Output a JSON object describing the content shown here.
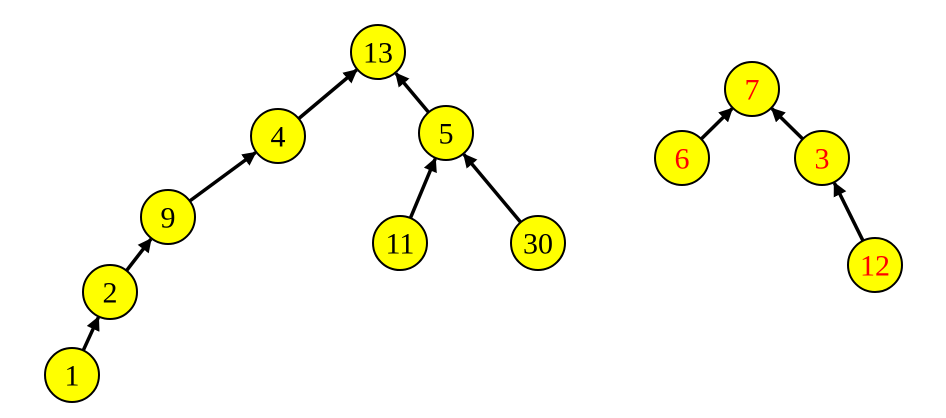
{
  "colors": {
    "node_fill": "#ffff00",
    "node_stroke": "#000000",
    "edge": "#000000",
    "label_black": "#000000",
    "label_red": "#ff0000"
  },
  "trees": [
    {
      "label_color": "black",
      "nodes": [
        {
          "id": "n13",
          "label": "13"
        },
        {
          "id": "n4",
          "label": "4"
        },
        {
          "id": "n9",
          "label": "9"
        },
        {
          "id": "n2",
          "label": "2"
        },
        {
          "id": "n1",
          "label": "1"
        },
        {
          "id": "n5",
          "label": "5"
        },
        {
          "id": "n11",
          "label": "11"
        },
        {
          "id": "n30",
          "label": "30"
        }
      ],
      "edges": [
        {
          "from": "n1",
          "to": "n2"
        },
        {
          "from": "n2",
          "to": "n9"
        },
        {
          "from": "n9",
          "to": "n4"
        },
        {
          "from": "n4",
          "to": "n13"
        },
        {
          "from": "n5",
          "to": "n13"
        },
        {
          "from": "n11",
          "to": "n5"
        },
        {
          "from": "n30",
          "to": "n5"
        }
      ]
    },
    {
      "label_color": "red",
      "nodes": [
        {
          "id": "n7",
          "label": "7"
        },
        {
          "id": "n6",
          "label": "6"
        },
        {
          "id": "n3",
          "label": "3"
        },
        {
          "id": "n12",
          "label": "12"
        }
      ],
      "edges": [
        {
          "from": "n6",
          "to": "n7"
        },
        {
          "from": "n3",
          "to": "n7"
        },
        {
          "from": "n12",
          "to": "n3"
        }
      ]
    }
  ]
}
